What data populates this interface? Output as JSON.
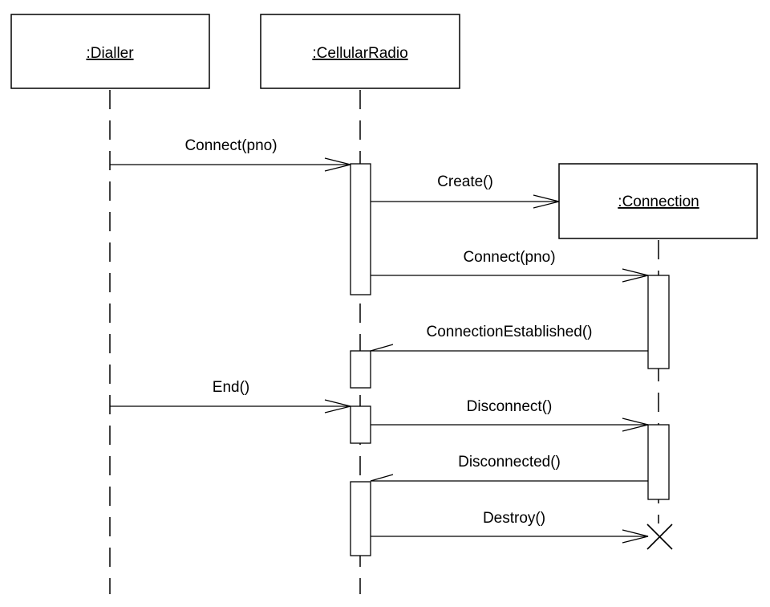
{
  "objects": {
    "dialler": ":Dialler",
    "cellular_radio": ":CellularRadio",
    "connection": ":Connection"
  },
  "messages": {
    "connect_1": "Connect(pno)",
    "create": "Create()",
    "connect_2": "Connect(pno)",
    "connection_established": "ConnectionEstablished()",
    "end": "End()",
    "disconnect": "Disconnect()",
    "disconnected": "Disconnected()",
    "destroy": "Destroy()"
  }
}
